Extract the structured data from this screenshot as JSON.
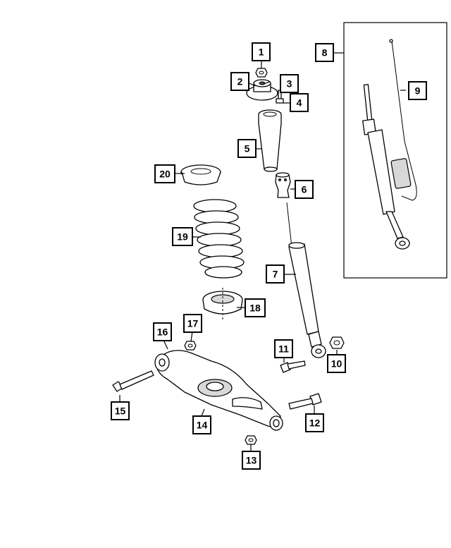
{
  "callouts": [
    {
      "id": "callout-1",
      "label": "1"
    },
    {
      "id": "callout-2",
      "label": "2"
    },
    {
      "id": "callout-3",
      "label": "3"
    },
    {
      "id": "callout-4",
      "label": "4"
    },
    {
      "id": "callout-5",
      "label": "5"
    },
    {
      "id": "callout-6",
      "label": "6"
    },
    {
      "id": "callout-7",
      "label": "7"
    },
    {
      "id": "callout-8",
      "label": "8"
    },
    {
      "id": "callout-9",
      "label": "9"
    },
    {
      "id": "callout-10",
      "label": "10"
    },
    {
      "id": "callout-11",
      "label": "11"
    },
    {
      "id": "callout-12",
      "label": "12"
    },
    {
      "id": "callout-13",
      "label": "13"
    },
    {
      "id": "callout-14",
      "label": "14"
    },
    {
      "id": "callout-15",
      "label": "15"
    },
    {
      "id": "callout-16",
      "label": "16"
    },
    {
      "id": "callout-17",
      "label": "17"
    },
    {
      "id": "callout-18",
      "label": "18"
    },
    {
      "id": "callout-19",
      "label": "19"
    },
    {
      "id": "callout-20",
      "label": "20"
    }
  ]
}
